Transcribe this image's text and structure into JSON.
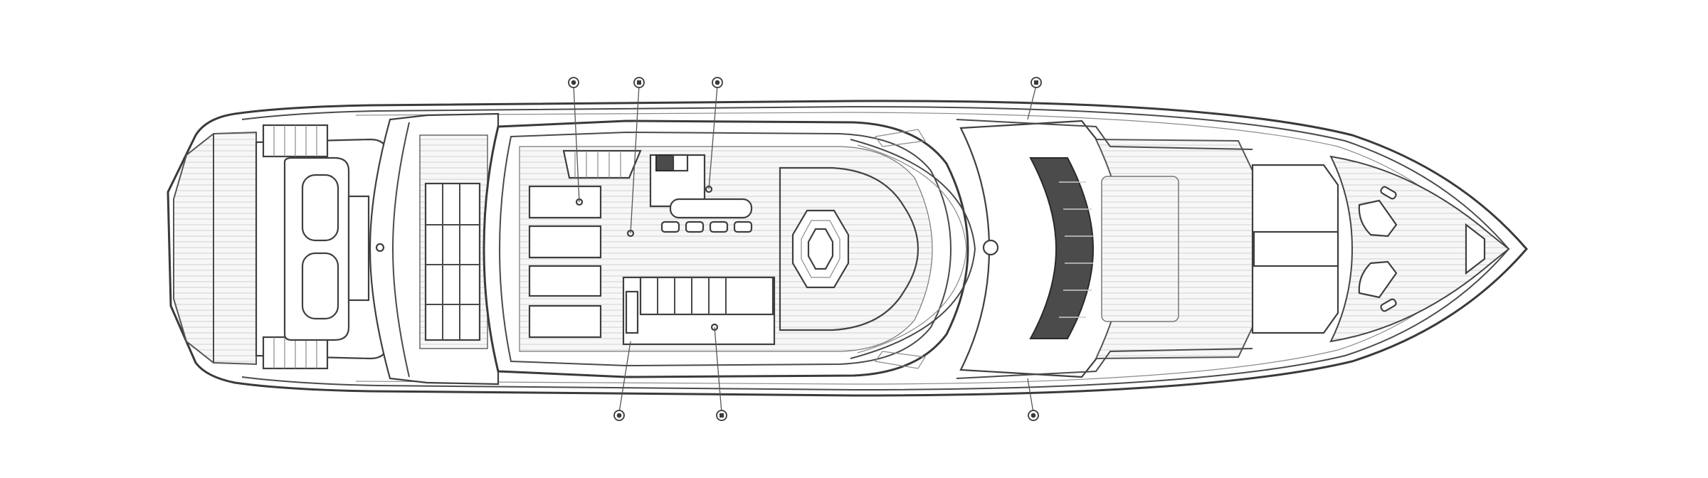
{
  "diagram": {
    "kind": "yacht-top-deck-plan",
    "colors": {
      "background": "#ffffff",
      "outline": "#3a3a3a",
      "decking": "#f6f6f6",
      "dark_fill": "#4b4b4b"
    },
    "callout_markers": {
      "top": [
        "marker-1",
        "marker-2",
        "marker-3",
        "marker-4"
      ],
      "bottom": [
        "marker-5",
        "marker-6",
        "marker-7"
      ]
    }
  }
}
